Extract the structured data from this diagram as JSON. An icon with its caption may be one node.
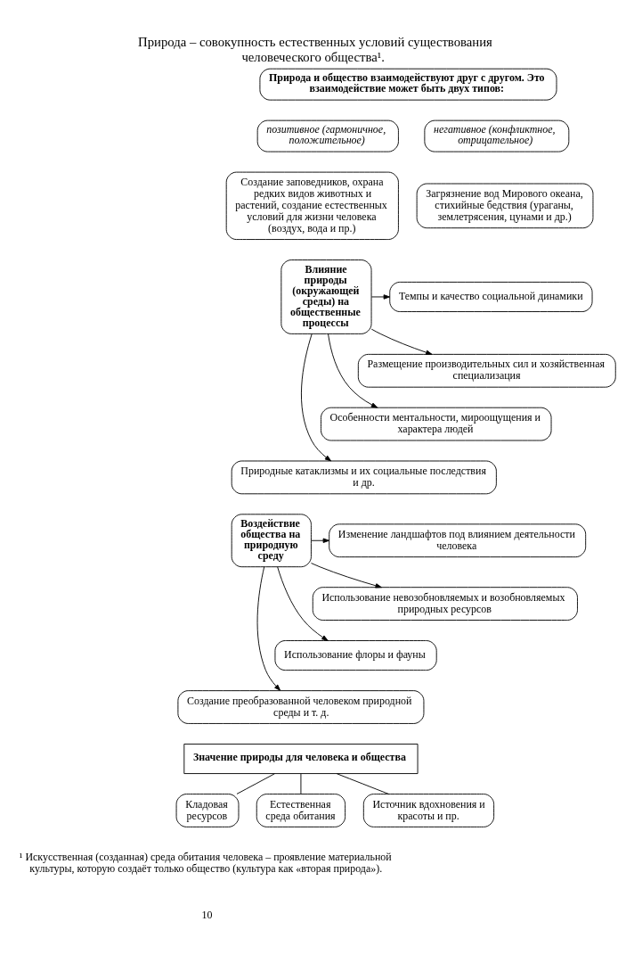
{
  "diagram": {
    "title": "Природа – совокупность естественных условий существования человеческого общества¹.",
    "nodes": [
      {
        "text": [
          "Природа и общество взаимодействуют друг с другом. Это взаимодействие может быть двух типов:"
        ]
      },
      {
        "text": [
          "позитивное (гармоничное, положительное)"
        ]
      },
      {
        "text": [
          "негативное (конфликтное, отрицательное)"
        ]
      },
      {
        "text": [
          "Создание заповедников, охрана редких видов животных и растений, создание естественных условий для жизни человека (воздух, вода и пр.)"
        ]
      },
      {
        "text": [
          "Загрязнение вод Мирового океана, стихийные бедствия (ураганы, землетрясения, цунами и др.)"
        ]
      },
      {
        "text": [
          "Влияние природы (окружающей среды) на общественные процессы"
        ]
      },
      {
        "text": [
          "Темпы и качество социальной динамики"
        ]
      },
      {
        "text": [
          "Размещение производительных сил и хозяйственная специализация"
        ]
      },
      {
        "text": [
          "Особенности ментальности, мироощущения и характера людей"
        ]
      },
      {
        "text": [
          "Природные катаклизмы и их социальные последствия и др."
        ]
      },
      {
        "text": [
          "Изменение ландшафтов под влиянием деятельности человека"
        ]
      },
      {
        "text": [
          "Использование невозобновляемых и возобновляемых природных ресурсов"
        ]
      },
      {
        "text": [
          "Использование флоры и фауны"
        ]
      },
      {
        "text": [
          "Создание преобразованной человеком природной среды и т. д."
        ]
      },
      {
        "text": [
          "Воздействие общества на природную среду"
        ]
      },
      {
        "text": [
          "Значение природы для человека и общества"
        ]
      },
      {
        "text": [
          "Кладовая ресурсов"
        ]
      },
      {
        "text": [
          "Естественная среда обитания"
        ]
      },
      {
        "text": [
          "Источник вдохновения и красоты и пр."
        ]
      }
    ],
    "edges": [
      {
        "from": 5,
        "to": 6,
        "arrow": "to"
      },
      {
        "from": 5,
        "to": 7,
        "arrow": "to"
      },
      {
        "from": 5,
        "to": 8,
        "arrow": "to"
      },
      {
        "from": 5,
        "to": 9,
        "arrow": "to"
      },
      {
        "from": 14,
        "to": 10,
        "arrow": "to"
      },
      {
        "from": 14,
        "to": 11,
        "arrow": "to"
      },
      {
        "from": 14,
        "to": 12,
        "arrow": "to"
      },
      {
        "from": 14,
        "to": 13,
        "arrow": "to"
      },
      {
        "from": 15,
        "to": 16,
        "arrow": "none"
      },
      {
        "from": 15,
        "to": 17,
        "arrow": "none"
      },
      {
        "from": 15,
        "to": 18,
        "arrow": "none"
      }
    ],
    "labels": [
      "¹ Искусственная (созданная) среда обитания человека – проявление материальной культуры, которую создаёт только общество (культура как «вторая природа»).",
      "10"
    ]
  }
}
